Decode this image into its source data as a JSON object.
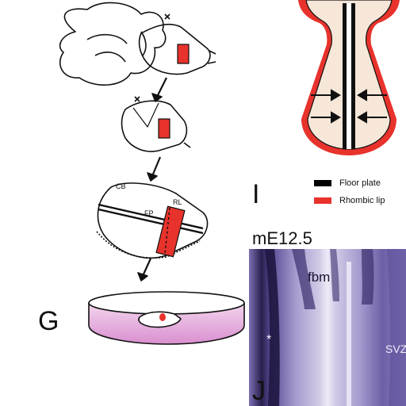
{
  "panels": {
    "g": {
      "letter": "G",
      "labels": {
        "cb": "CB",
        "rl": "RL",
        "fp": "FP"
      }
    },
    "i": {
      "letter": "I"
    },
    "j": {
      "letter": "J",
      "stage": "mE12.5",
      "fbm": "fbm",
      "svz": "SVZ",
      "asterisk": "*"
    }
  },
  "legend": {
    "items": [
      {
        "label": "Floor plate",
        "color": "#000000"
      },
      {
        "label": "Rhombic lip",
        "color": "#e8322c"
      }
    ]
  },
  "colors": {
    "tissue": "#f7e7d8",
    "rhombic_lip": "#e8322c",
    "floor_plate": "#000000",
    "dish_medium": "#e6a9dc",
    "stain_dark": "#2a1f4d",
    "stain_mid": "#6e5fa6",
    "stain_light": "#c7bfe0"
  }
}
